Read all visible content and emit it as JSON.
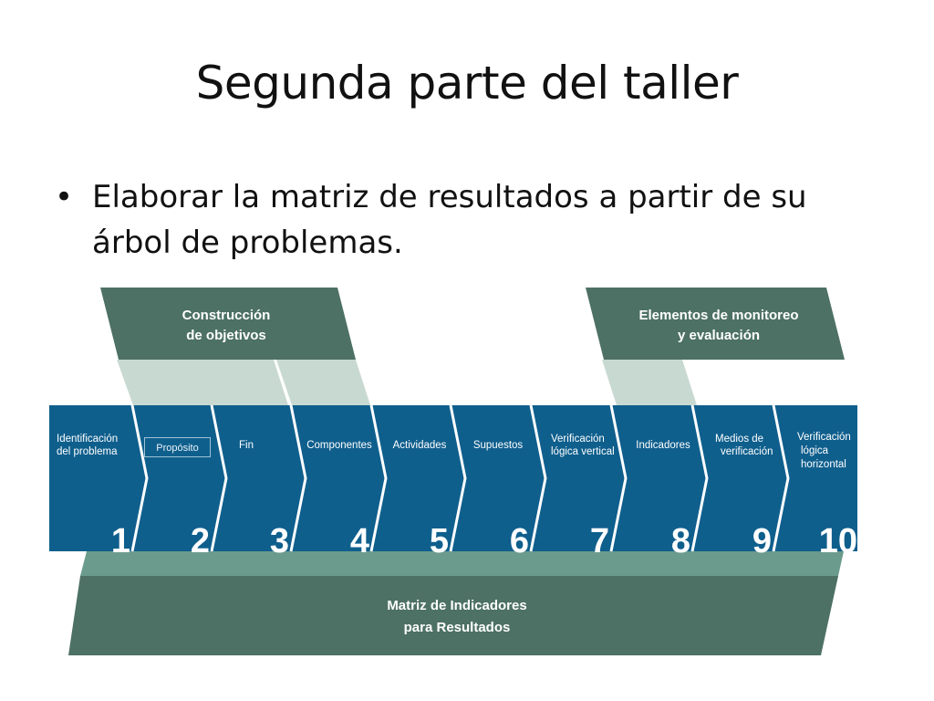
{
  "slide": {
    "title": "Segunda parte del taller",
    "bullet": "Elaborar la matriz de resultados a partir de su árbol de problemas."
  },
  "diagram": {
    "top_left_banner": [
      "Construcción",
      "de objetivos"
    ],
    "top_right_banner": [
      "Elementos de monitoreo",
      "y evaluación"
    ],
    "bottom_banner": [
      "Matriz de Indicadores",
      "para Resultados"
    ],
    "overlay_label": "Propósito",
    "steps": [
      {
        "number": "1",
        "label": [
          "Identificación",
          "del problema"
        ]
      },
      {
        "number": "2",
        "label": []
      },
      {
        "number": "3",
        "label": [
          "Fin"
        ]
      },
      {
        "number": "4",
        "label": [
          "Componentes"
        ]
      },
      {
        "number": "5",
        "label": [
          "Actividades"
        ]
      },
      {
        "number": "6",
        "label": [
          "Supuestos"
        ]
      },
      {
        "number": "7",
        "label": [
          "Verificación",
          "lógica vertical"
        ]
      },
      {
        "number": "8",
        "label": [
          "Indicadores"
        ]
      },
      {
        "number": "9",
        "label": [
          "Medios de",
          "verificación"
        ]
      },
      {
        "number": "10",
        "label": [
          "Verificación",
          "lógica",
          "horizontal"
        ]
      }
    ],
    "colors": {
      "dark_green": "#4d7164",
      "blue": "#0f5f8d",
      "pale_green": "#c8d9d2",
      "mid_green": "#6b9b8c",
      "white": "#ffffff"
    }
  }
}
